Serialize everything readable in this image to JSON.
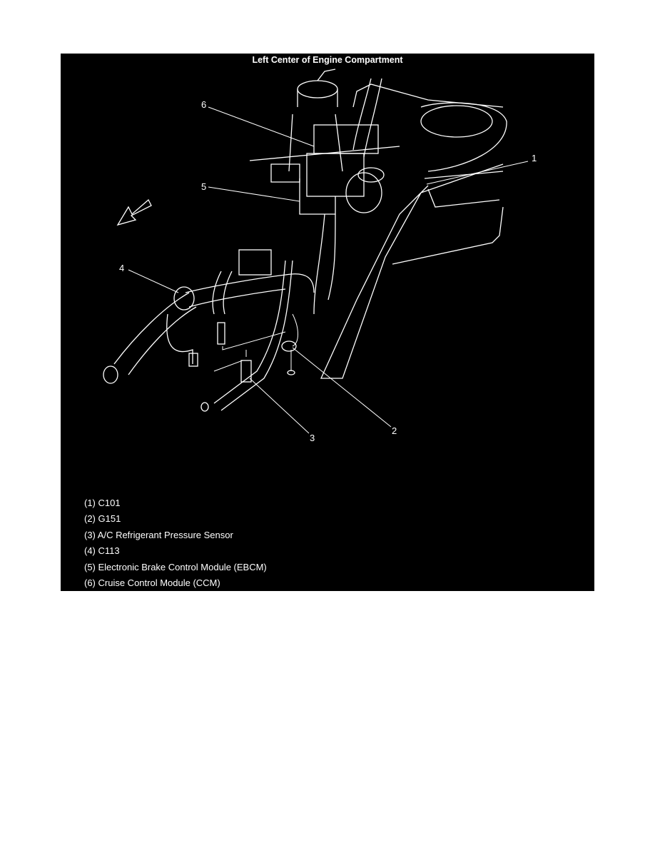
{
  "figure": {
    "title": "Left Center of Engine Compartment",
    "callouts": [
      "1",
      "2",
      "3",
      "4",
      "5",
      "6"
    ],
    "legend": [
      "(1) C101",
      "(2) G151",
      "(3) A/C Refrigerant Pressure Sensor",
      "(4) C113",
      "(5) Electronic Brake Control Module (EBCM)",
      "(6) Cruise Control Module (CCM)"
    ],
    "colors": {
      "background": "#000000",
      "line_art": "#ffffff"
    },
    "icons": [
      "front-direction-arrow-icon"
    ]
  }
}
